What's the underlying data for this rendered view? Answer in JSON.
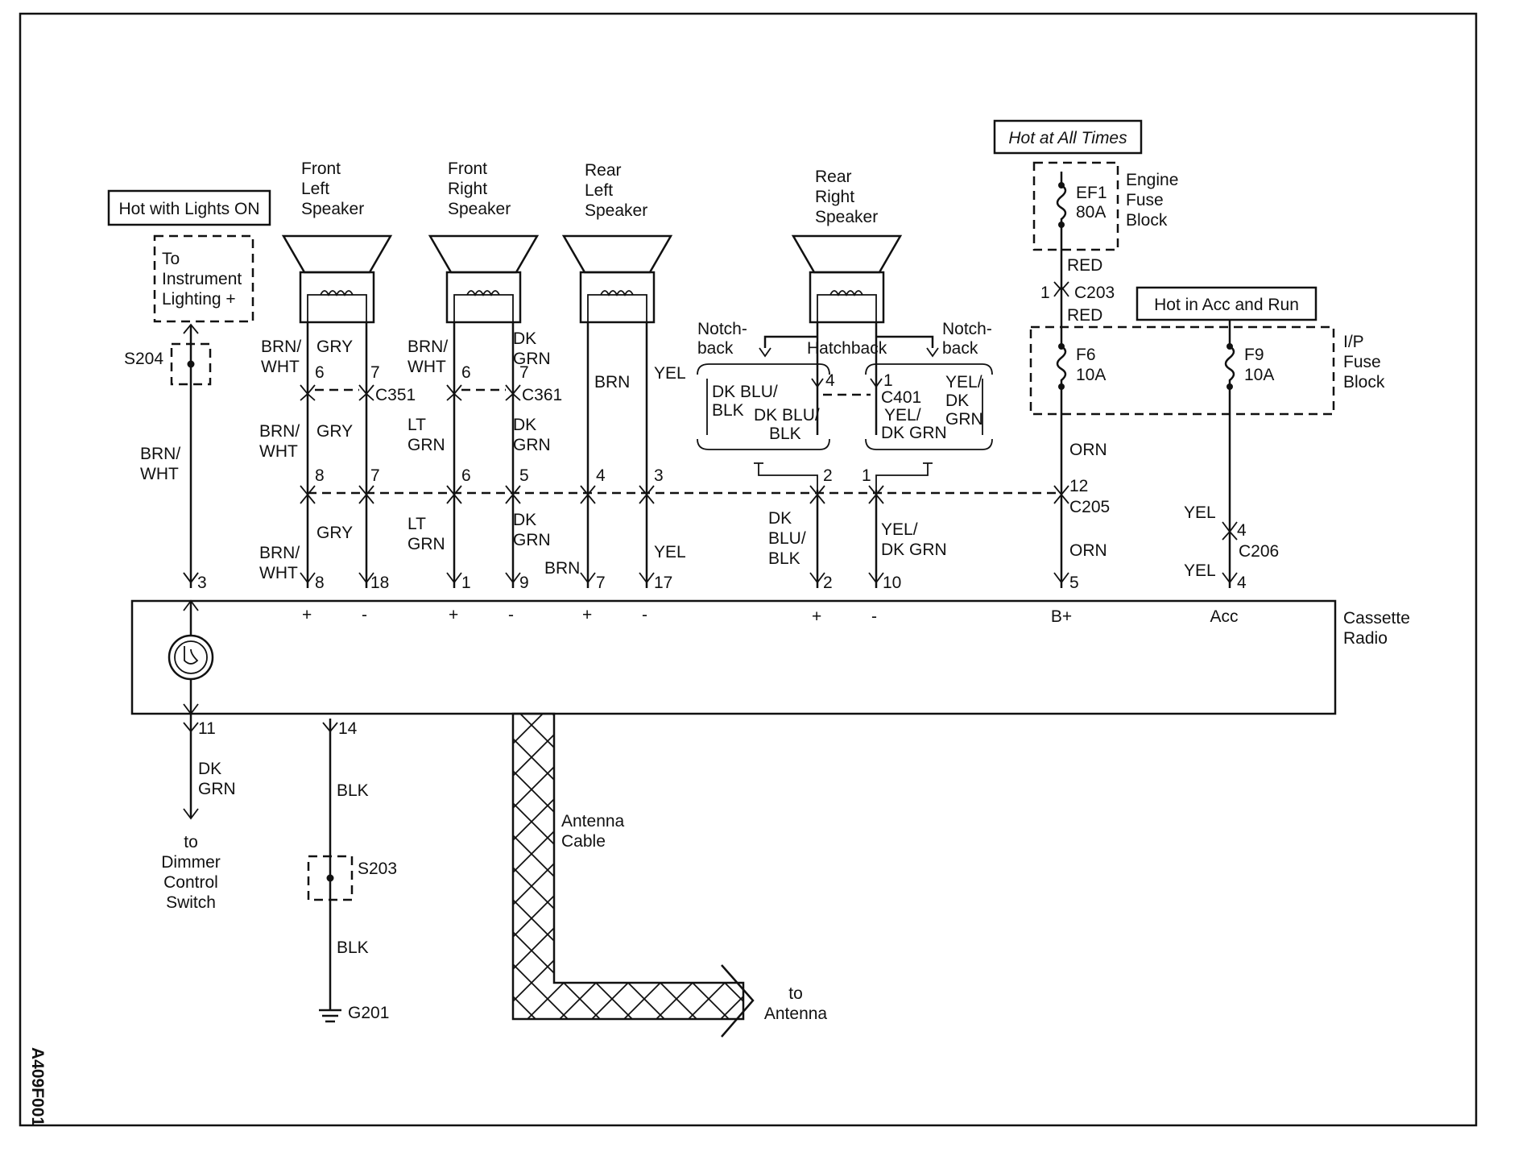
{
  "sources": {
    "lights_on": "Hot with Lights ON",
    "all_times": "Hot at All Times",
    "acc_run": "Hot in Acc and Run"
  },
  "instrument_lighting": [
    "To",
    "Instrument",
    "Lighting +"
  ],
  "splices": {
    "s204": "S204",
    "s203": "S203"
  },
  "speakers": {
    "front_left": [
      "Front",
      "Left",
      "Speaker"
    ],
    "front_right": [
      "Front",
      "Right",
      "Speaker"
    ],
    "rear_left": [
      "Rear",
      "Left",
      "Speaker"
    ],
    "rear_right": [
      "Rear",
      "Right",
      "Speaker"
    ]
  },
  "fuse_blocks": {
    "engine": [
      "Engine",
      "Fuse",
      "Block"
    ],
    "ip": [
      "I/P",
      "Fuse",
      "Block"
    ]
  },
  "fuses": {
    "ef1": [
      "EF1",
      "80A"
    ],
    "f6": [
      "F6",
      "10A"
    ],
    "f9": [
      "F9",
      "10A"
    ]
  },
  "connectors": {
    "c203": "C203",
    "c205": "C205",
    "c206": "C206",
    "c351": "C351",
    "c361": "C361",
    "c401": "C401"
  },
  "body_styles": {
    "notchback_left": [
      "Notch-",
      "back"
    ],
    "hatchback": "Hatchback",
    "notchback_right": [
      "Notch-",
      "back"
    ]
  },
  "wire_colors": {
    "brn_wht": [
      "BRN/",
      "WHT"
    ],
    "gry": "GRY",
    "lt_grn": [
      "LT",
      "GRN"
    ],
    "dk_grn": [
      "DK",
      "GRN"
    ],
    "brn": "BRN",
    "yel": "YEL",
    "dk_blu_blk_a": [
      "DK BLU/",
      "BLK"
    ],
    "dk_blu_blk_b": [
      "DK BLU/",
      "BLK"
    ],
    "dk_blu_blk_c": [
      "DK",
      "BLU/",
      "BLK"
    ],
    "yel_dk_grn_a": [
      "YEL/",
      "DK GRN"
    ],
    "yel_dk_grn_b": [
      "YEL/",
      "DK",
      "GRN"
    ],
    "yel_dk_grn_c": [
      "YEL/",
      "DK GRN"
    ],
    "red": "RED",
    "orn": "ORN",
    "blk": "BLK"
  },
  "pins": {
    "fl": {
      "c351_a": "6",
      "c351_b": "7",
      "c205_a": "8",
      "c205_b": "7",
      "radio_a": "8",
      "radio_b": "18"
    },
    "fr": {
      "c361_a": "6",
      "c361_b": "7",
      "c205_a": "6",
      "c205_b": "5",
      "radio_a": "1",
      "radio_b": "9"
    },
    "rl": {
      "c205_a": "4",
      "c205_b": "3",
      "radio_a": "7",
      "radio_b": "17"
    },
    "rr": {
      "c401_a": "4",
      "c401_b": "1",
      "c205_a": "2",
      "c205_b": "1",
      "radio_a": "2",
      "radio_b": "10"
    },
    "lights": "3",
    "dimmer": "11",
    "ground": "14",
    "c203": "1",
    "c205_batt": "12",
    "radio_batt": "5",
    "c206": "4",
    "radio_acc": "4"
  },
  "radio": {
    "name": [
      "Cassette",
      "Radio"
    ],
    "plus": "+",
    "minus": "-",
    "batt": "B+",
    "acc": "Acc"
  },
  "dimmer_switch": [
    "to",
    "Dimmer",
    "Control",
    "Switch"
  ],
  "ground": "G201",
  "antenna_cable": [
    "Antenna",
    "Cable"
  ],
  "to_antenna": [
    "to",
    "Antenna"
  ],
  "figure_id": "A409F001"
}
